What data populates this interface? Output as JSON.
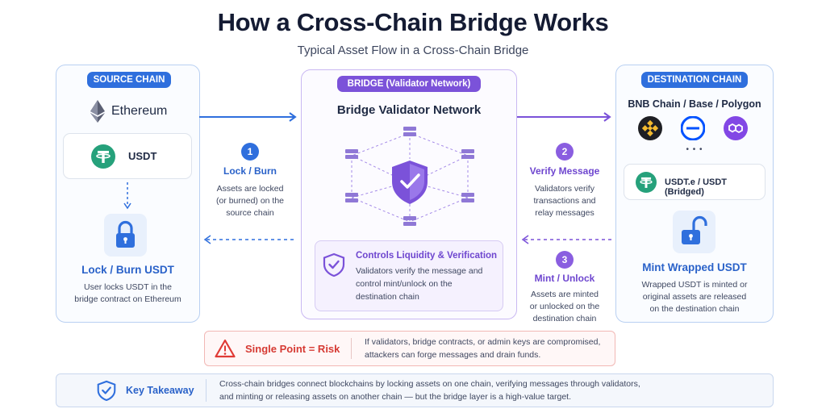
{
  "header": {
    "title": "How a Cross-Chain Bridge Works",
    "subtitle": "Typical Asset Flow in a Cross-Chain Bridge"
  },
  "source": {
    "pill": "SOURCE CHAIN",
    "chain": "Ethereum",
    "token": "USDT",
    "heading": "Lock / Burn USDT",
    "desc_line1": "User locks USDT in the",
    "desc_line2": "bridge contract on Ethereum"
  },
  "bridge": {
    "pill": "BRIDGE (Validator Network)",
    "heading": "Bridge Validator Network",
    "control_title": "Controls Liquidity & Verification",
    "control_line1": "Validators verify the message and",
    "control_line2": "control mint/unlock on the",
    "control_line3": "destination chain"
  },
  "destination": {
    "pill": "DESTINATION CHAIN",
    "chains": "BNB Chain / Base / Polygon",
    "more": "• • •",
    "token": "USDT.e / USDT (Bridged)",
    "heading": "Mint Wrapped USDT",
    "desc_line1": "Wrapped USDT is minted or",
    "desc_line2": "original assets are released",
    "desc_line3": "on the destination chain"
  },
  "steps": [
    {
      "num": "1",
      "title": "Lock / Burn",
      "l1": "Assets are locked",
      "l2": "(or burned) on the",
      "l3": "source chain"
    },
    {
      "num": "2",
      "title": "Verify Message",
      "l1": "Validators verify",
      "l2": "transactions and",
      "l3": "relay messages"
    },
    {
      "num": "3",
      "title": "Mint / Unlock",
      "l1": "Assets are minted",
      "l2": "or unlocked on the",
      "l3": "destination chain"
    }
  ],
  "risk": {
    "label": "Single Point = Risk",
    "line1": "If validators, bridge contracts, or admin keys are compromised,",
    "line2": "attackers can forge messages and drain funds."
  },
  "takeaway": {
    "label": "Key Takeaway",
    "line1": "Cross-chain bridges connect blockchains by locking assets on one chain, verifying messages through validators,",
    "line2": "and minting or releasing assets on another chain — but the bridge layer is a high-value target."
  },
  "colors": {
    "blue": "#2f6fdd",
    "violet": "#7b52d9",
    "tether": "#26a17b",
    "bnb": "#f3ba2f",
    "base": "#0052ff",
    "polygon": "#8247e5",
    "risk": "#e03b36"
  },
  "icons": [
    "ethereum-icon",
    "tether-icon",
    "lock-icon",
    "shield-check-icon",
    "server-icon",
    "bnb-icon",
    "base-icon",
    "polygon-icon",
    "unlock-icon",
    "warning-icon"
  ]
}
